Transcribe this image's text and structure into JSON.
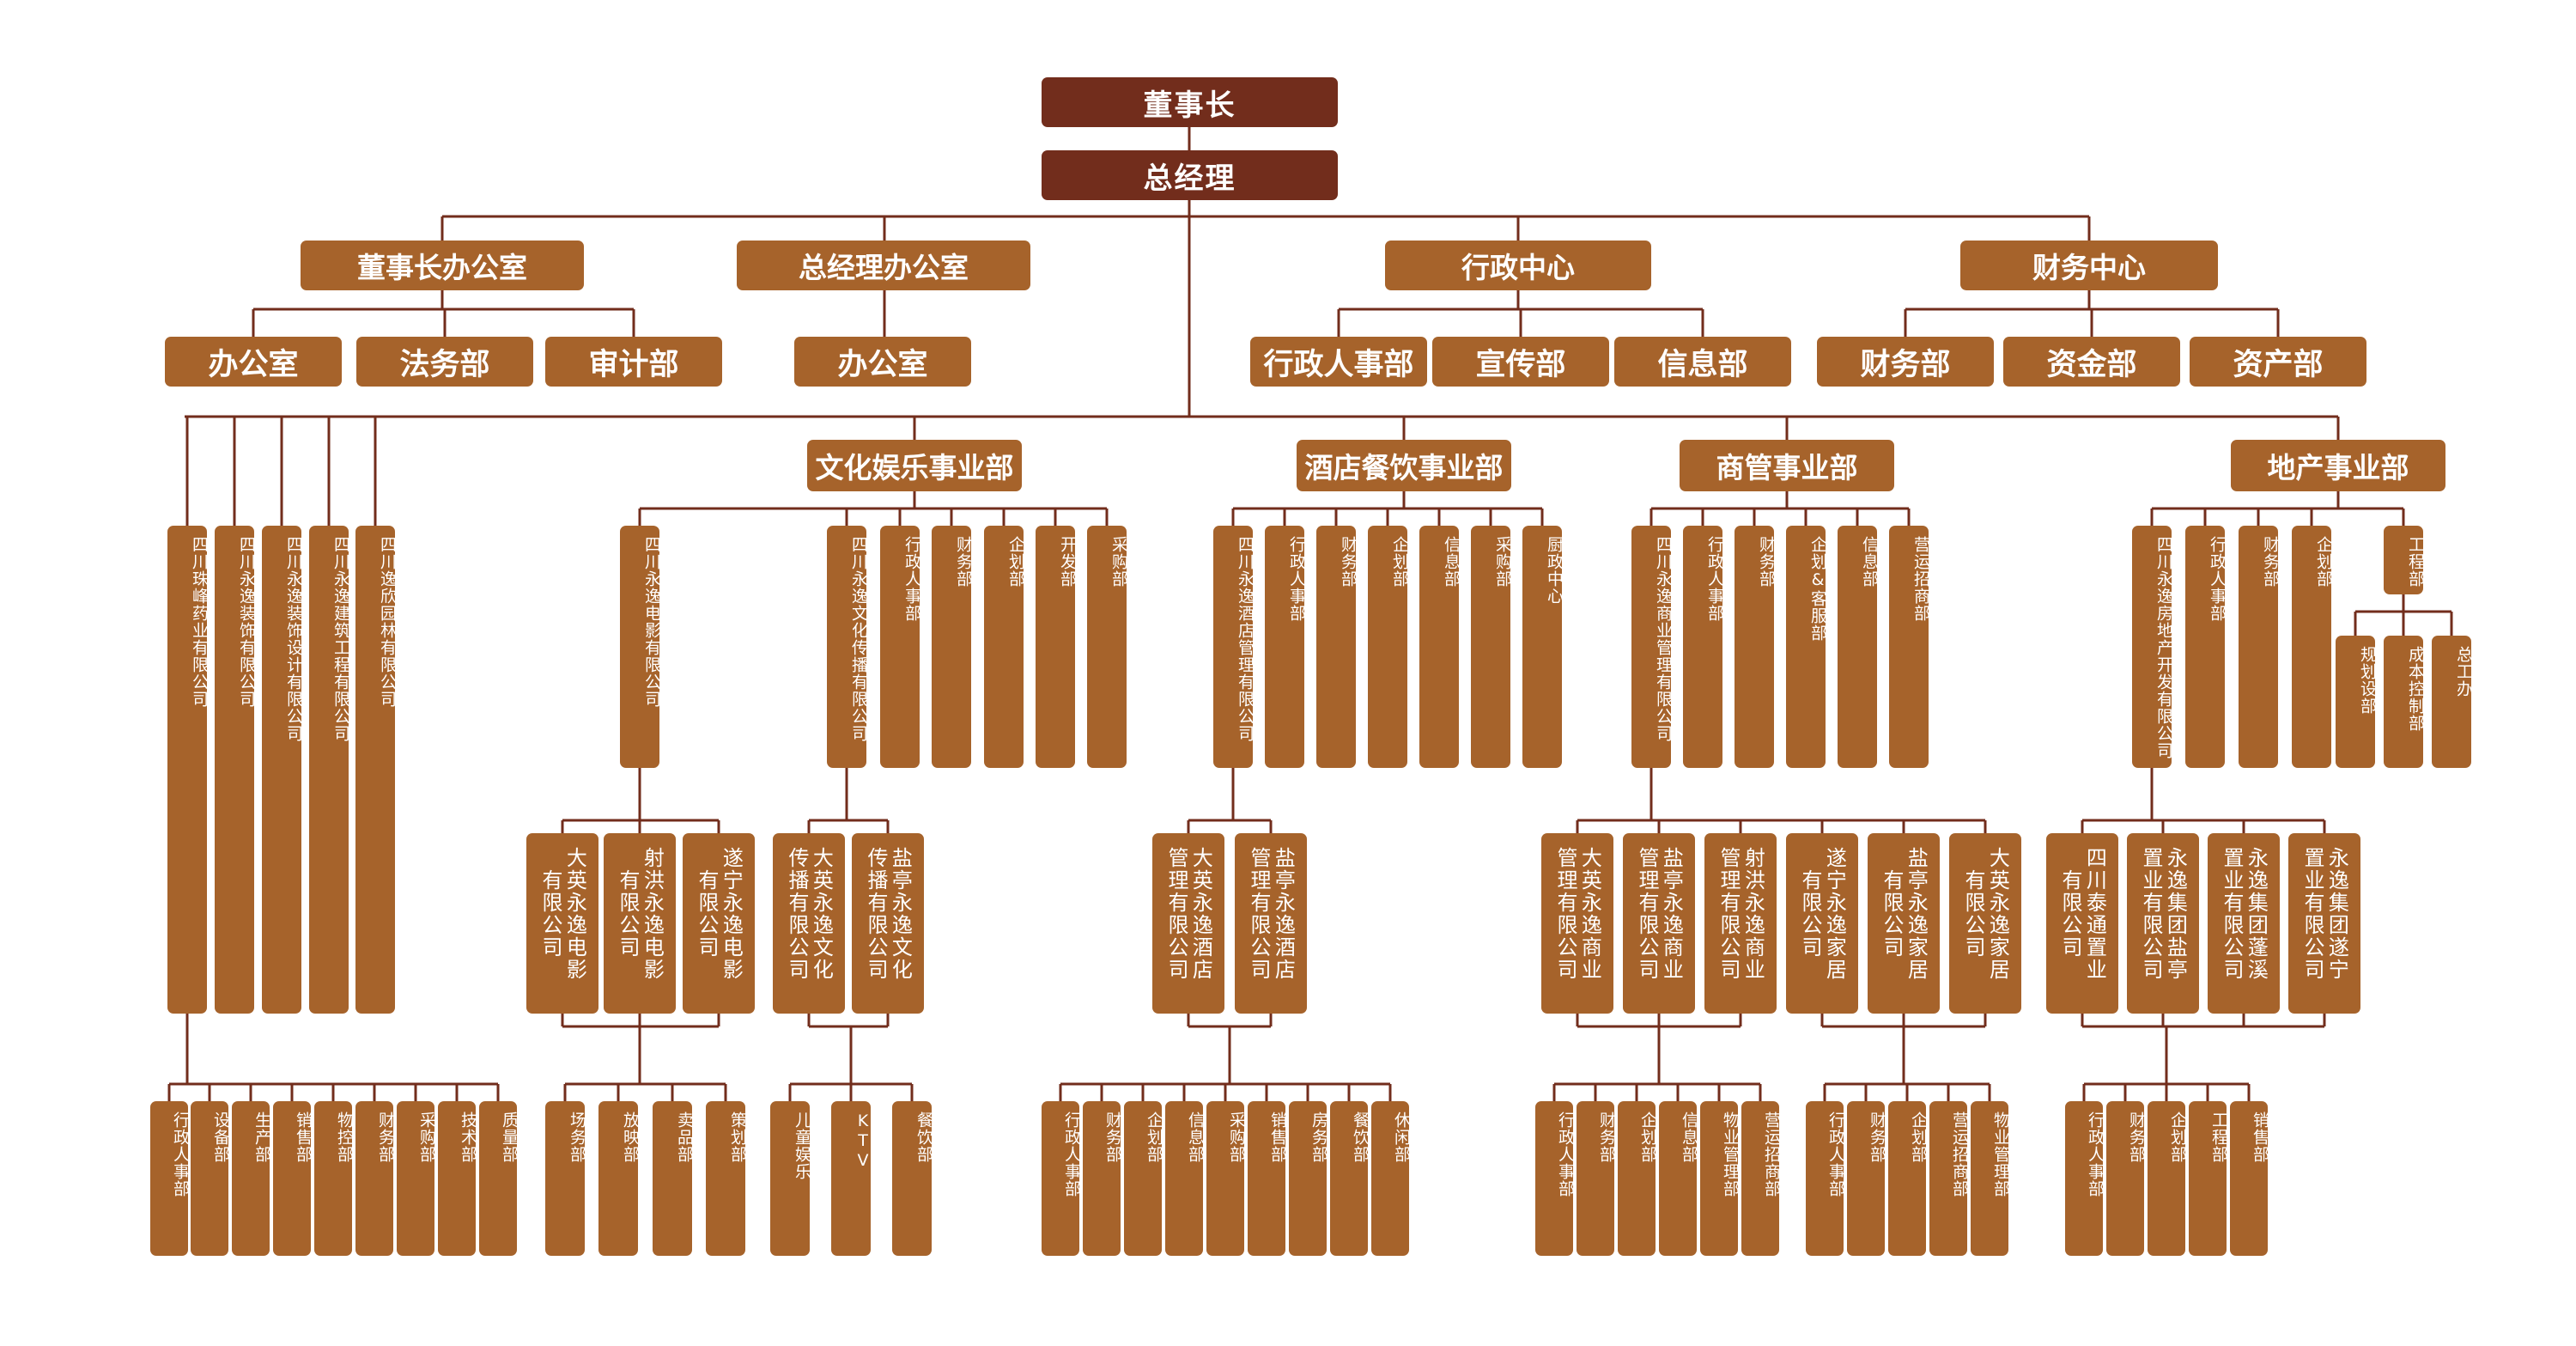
{
  "colors": {
    "top": "#722d1c",
    "box": "#a6632b",
    "line": "#722d1c"
  },
  "chairman": "董事长",
  "general_manager": "总经理",
  "offices": {
    "chairman_office": {
      "label": "董事长办公室",
      "children": [
        "办公室",
        "法务部",
        "审计部"
      ]
    },
    "gm_office": {
      "label": "总经理办公室",
      "children": [
        "办公室"
      ]
    },
    "admin_center": {
      "label": "行政中心",
      "children": [
        "行政人事部",
        "宣传部",
        "信息部"
      ]
    },
    "finance_center": {
      "label": "财务中心",
      "children": [
        "财务部",
        "资金部",
        "资产部"
      ]
    }
  },
  "direct_companies": [
    "四川珠峰药业有限公司",
    "四川永逸装饰有限公司",
    "四川永逸装饰设计有限公司",
    "四川永逸建筑工程有限公司",
    "四川逸欣园林有限公司"
  ],
  "pharma_departments": [
    "行政人事部",
    "设备部",
    "生产部",
    "销售部",
    "物控部",
    "财务部",
    "采购部",
    "技术部",
    "质量部"
  ],
  "divisions": {
    "culture": {
      "label": "文化娱乐事业部",
      "children": [
        "四川永逸电影有限公司",
        "四川永逸文化传播有限公司",
        "行政人事部",
        "财务部",
        "企划部",
        "开发部",
        "采购部"
      ],
      "cinema_subs": [
        "大英永逸电影\n有限公司",
        "射洪永逸电影\n有限公司",
        "遂宁永逸电影\n有限公司"
      ],
      "cinema_depts": [
        "场务部",
        "放映部",
        "卖品部",
        "策划部"
      ],
      "media_subs": [
        "大英永逸文化\n传播有限公司",
        "盐亭永逸文化\n传播有限公司"
      ],
      "media_depts": [
        "儿童娱乐",
        "KTV",
        "餐饮部"
      ]
    },
    "hotel": {
      "label": "酒店餐饮事业部",
      "children": [
        "四川永逸酒店管理有限公司",
        "行政人事部",
        "财务部",
        "企划部",
        "信息部",
        "采购部",
        "厨政中心"
      ],
      "subs": [
        "大英永逸酒店\n管理有限公司",
        "盐亭永逸酒店\n管理有限公司"
      ],
      "depts": [
        "行政人事部",
        "财务部",
        "企划部",
        "信息部",
        "采购部",
        "销售部",
        "房务部",
        "餐饮部",
        "休闲部"
      ]
    },
    "commerce": {
      "label": "商管事业部",
      "children": [
        "四川永逸商业管理有限公司",
        "行政人事部",
        "财务部",
        "企划&客服部",
        "信息部",
        "营运招商部"
      ],
      "subs": [
        "大英永逸商业\n管理有限公司",
        "盐亭永逸商业\n管理有限公司",
        "射洪永逸商业\n管理有限公司",
        "遂宁永逸家居\n有限公司",
        "盐亭永逸家居\n有限公司",
        "大英永逸家居\n有限公司"
      ],
      "mgmt_depts": [
        "行政人事部",
        "财务部",
        "企划部",
        "信息部",
        "物业管理部",
        "营运招商部"
      ],
      "home_depts": [
        "行政人事部",
        "财务部",
        "企划部",
        "营运招商部",
        "物业管理部"
      ]
    },
    "realestate": {
      "label": "地产事业部",
      "children": [
        "四川永逸房地产开发有限公司",
        "行政人事部",
        "财务部",
        "企划部",
        "工程部"
      ],
      "engineering_children": [
        "规划设部",
        "成本控制部",
        "总工办"
      ],
      "subs": [
        "四川泰通置业\n有限公司",
        "永逸集团盐亭\n置业有限公司",
        "永逸集团蓬溪\n置业有限公司",
        "永逸集团遂宁\n置业有限公司"
      ],
      "depts": [
        "行政人事部",
        "财务部",
        "企划部",
        "工程部",
        "销售部"
      ]
    }
  }
}
